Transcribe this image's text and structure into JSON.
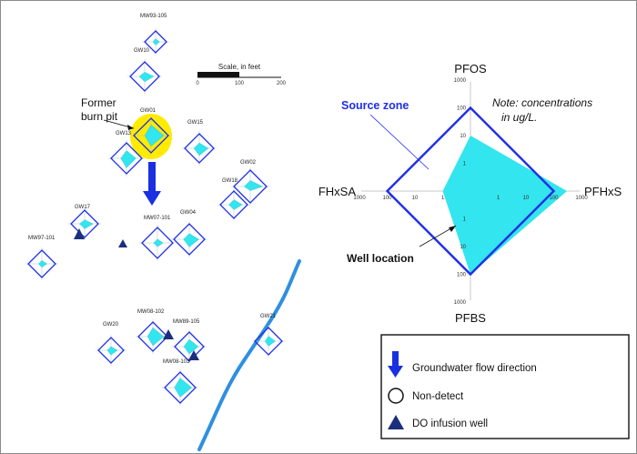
{
  "map": {
    "scale": {
      "title": "Scale, in feet",
      "ticks": [
        "0",
        "100",
        "200"
      ]
    },
    "burn_pit_label": [
      "Former",
      "burn pit"
    ],
    "wells": [
      {
        "label": "MW93-105",
        "pfos": 1.5,
        "pfhxs": 3,
        "pfbs": 1.5,
        "fhxsa": 1
      },
      {
        "label": "GW10",
        "pfos": 1.5,
        "pfhxs": 30,
        "pfbs": 3,
        "fhxsa": 3
      },
      {
        "label": "GW01",
        "pfos": 30,
        "pfhxs": 100,
        "pfbs": 30,
        "fhxsa": 3
      },
      {
        "label": "GW13",
        "pfos": 10,
        "pfhxs": 30,
        "pfbs": 30,
        "fhxsa": 3
      },
      {
        "label": "GW15",
        "pfos": 3,
        "pfhxs": 30,
        "pfbs": 10,
        "fhxsa": 3
      },
      {
        "label": "GW02",
        "pfos": 3,
        "pfhxs": 100,
        "pfbs": 1,
        "fhxsa": 3
      },
      {
        "label": "GW18",
        "pfos": 3,
        "pfhxs": 30,
        "pfbs": 3,
        "fhxsa": 3
      },
      {
        "label": "GW17",
        "pfos": 1.5,
        "pfhxs": 30,
        "pfbs": 3,
        "fhxsa": 3
      },
      {
        "label": "MW07-101",
        "pfos": 1,
        "pfhxs": 3,
        "pfbs": 1,
        "fhxsa": 1
      },
      {
        "label": "GW04",
        "pfos": 3,
        "pfhxs": 30,
        "pfbs": 10,
        "fhxsa": 3
      },
      {
        "label": "MW97-101",
        "pfos": 1,
        "pfhxs": 3,
        "pfbs": 1,
        "fhxsa": 1
      },
      {
        "label": "GW20",
        "pfos": 1.5,
        "pfhxs": 10,
        "pfbs": 3,
        "fhxsa": 1.5
      },
      {
        "label": "MW08-102",
        "pfos": 30,
        "pfhxs": 100,
        "pfbs": 30,
        "fhxsa": 3
      },
      {
        "label": "MW89-105",
        "pfos": 10,
        "pfhxs": 30,
        "pfbs": 10,
        "fhxsa": 3
      },
      {
        "label": "MW08-103",
        "pfos": 30,
        "pfhxs": 100,
        "pfbs": 30,
        "fhxsa": 3
      },
      {
        "label": "GW21",
        "pfos": 3,
        "pfhxs": 10,
        "pfbs": 3,
        "fhxsa": 1
      }
    ]
  },
  "radar": {
    "axes": {
      "top": "PFOS",
      "right": "PFHxS",
      "bottom": "PFBS",
      "left": "FHxSA"
    },
    "ticks": [
      "1",
      "10",
      "100",
      "1000"
    ],
    "source_zone": {
      "pfos": 10,
      "pfhxs": 300,
      "pfbs": 100,
      "fhxsa": 1
    },
    "well_location": {
      "pfos": 100,
      "pfhxs": 100,
      "pfbs": 100,
      "fhxsa": 100
    },
    "source_zone_label": "Source zone",
    "well_location_label": "Well location",
    "note": [
      "Note: concentrations",
      "in ug/L."
    ]
  },
  "legend": {
    "items": [
      {
        "symbol": "arrow",
        "label": "Groundwater flow direction"
      },
      {
        "symbol": "circle",
        "label": "Non-detect"
      },
      {
        "symbol": "triangle",
        "label": "DO infusion well"
      }
    ]
  },
  "colors": {
    "outline": "#1f2ee6",
    "fill": "#33e5ee",
    "river": "#2f8fe0",
    "burn_pit": "#ffeb00",
    "arrow": "#1a2fe0",
    "triangle": "#1b2f7c"
  }
}
